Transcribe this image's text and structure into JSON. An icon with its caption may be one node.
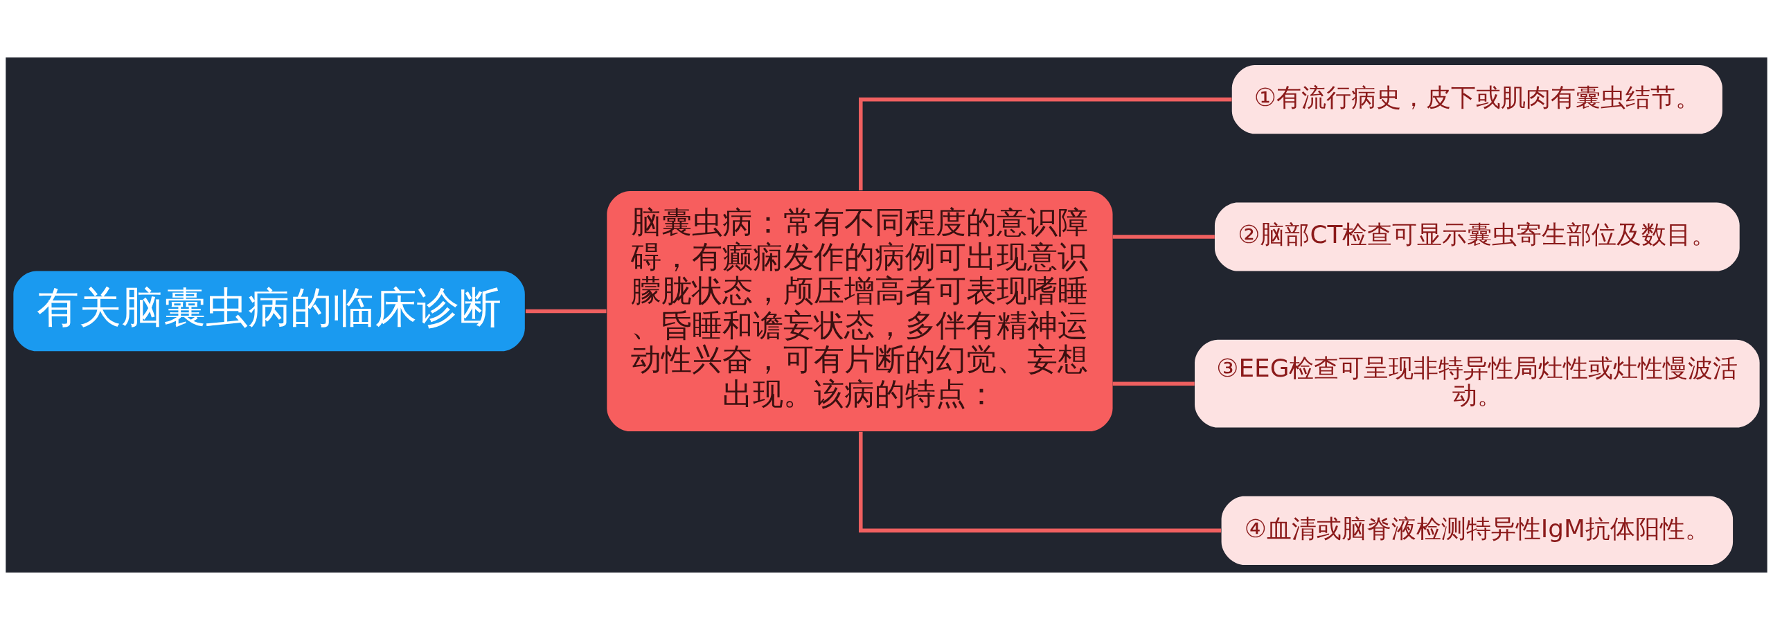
{
  "diagram": {
    "nodes": [
      {
        "text": [
          "有关脑囊虫病的临床诊断"
        ]
      },
      {
        "text": [
          "脑囊虫病：常有不同程度的意识障碍，有癫痫发作的病例可出现意识朦胧状态，颅压增高者可表现嗜睡、昏睡和谵妄状态，多伴有精神运动性兴奋，可有片断的幻觉、妄想出现。该病的特点："
        ]
      },
      {
        "text": [
          "①有流行病史，皮下或肌肉有囊虫结节。"
        ]
      },
      {
        "text": [
          "②脑部CT检查可显示囊虫寄生部位及数目。"
        ]
      },
      {
        "text": [
          "③EEG检查可呈现非特异性局灶性或灶性慢波活动。"
        ]
      },
      {
        "text": [
          "④血清或脑脊液检测特异性IgM抗体阳性。"
        ]
      }
    ],
    "edges": [
      {
        "from": 0,
        "to": 1,
        "arrow": "none"
      },
      {
        "from": 1,
        "to": 2,
        "arrow": "none"
      },
      {
        "from": 1,
        "to": 3,
        "arrow": "none"
      },
      {
        "from": 1,
        "to": 4,
        "arrow": "none"
      },
      {
        "from": 1,
        "to": 5,
        "arrow": "none"
      }
    ]
  }
}
